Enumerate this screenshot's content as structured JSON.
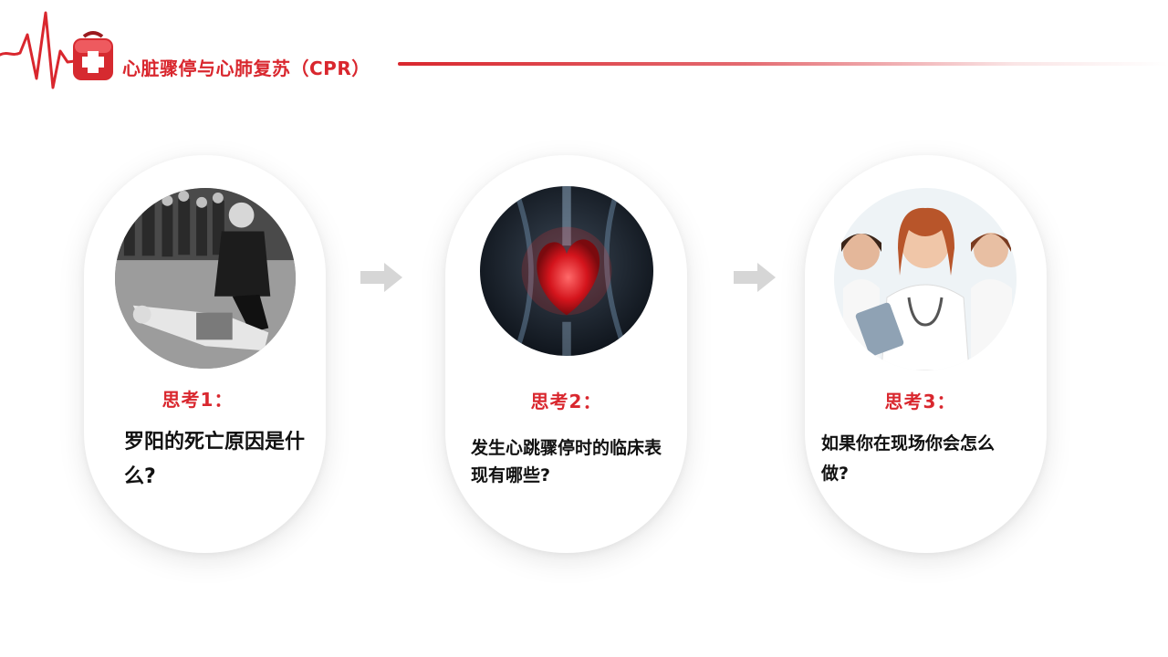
{
  "header": {
    "title": "心脏骤停与心肺复苏（CPR）",
    "ecg_icon": "ecg-heartbeat-line",
    "kit_icon": "first-aid-kit-icon"
  },
  "colors": {
    "accent": "#d9272e",
    "text": "#111111",
    "arrow": "#d6d6d6"
  },
  "cards": [
    {
      "label": "思考1：",
      "question": "罗阳的死亡原因是什么?",
      "image": "collapsed-person-with-police"
    },
    {
      "label": "思考2：",
      "question": "发生心跳骤停时的临床表现有哪些?",
      "image": "glowing-red-heart"
    },
    {
      "label": "思考3：",
      "question": "如果你在现场你会怎么做?",
      "image": "doctors-group"
    }
  ],
  "arrows": [
    "arrow-right-icon",
    "arrow-right-icon"
  ]
}
